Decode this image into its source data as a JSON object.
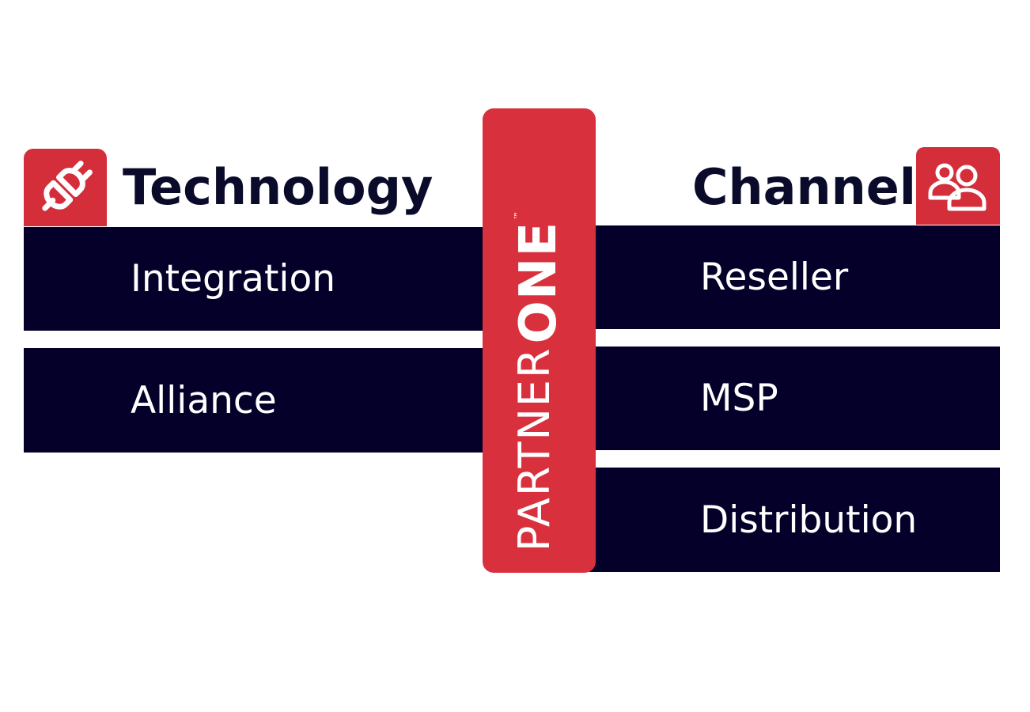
{
  "technology": {
    "title": "Technology",
    "icon": "plug-icon",
    "items": [
      {
        "label": "Integration"
      },
      {
        "label": "Alliance"
      }
    ]
  },
  "channel": {
    "title": "Channel",
    "icon": "users-icon",
    "items": [
      {
        "label": "Reseller"
      },
      {
        "label": "MSP"
      },
      {
        "label": "Distribution"
      }
    ]
  },
  "banner": {
    "partner": "PARTNER",
    "one": "ONE",
    "trademark": "™"
  },
  "colors": {
    "brand_red": "#d9303d",
    "navy": "#04002a",
    "heading_text": "#0a0a2a",
    "background": "#ffffff"
  }
}
